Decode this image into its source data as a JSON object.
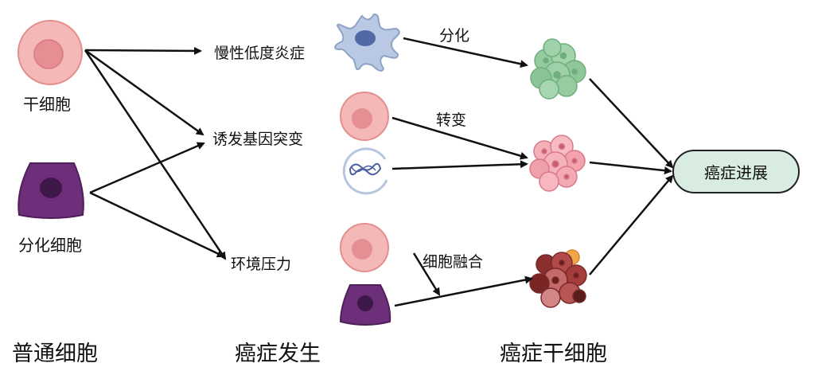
{
  "cells": {
    "stem_cell": "干细胞",
    "differentiated_cell": "分化细胞"
  },
  "causes": {
    "chronic_inflammation": "慢性低度炎症",
    "gene_mutation": "诱发基因突变",
    "environmental_stress": "环境压力"
  },
  "routes": {
    "differentiation": "分化",
    "transformation": "转变",
    "cell_fusion": "细胞融合"
  },
  "outcome": "癌症进展",
  "columns": {
    "normal_cells": "普通细胞",
    "cancer_initiation": "癌症发生",
    "cancer_stem_cells": "癌症干细胞"
  },
  "colors": {
    "stem_cell_fill": "#f0a5a5",
    "differentiated_cell_fill": "#6d2f7a",
    "immune_cell_fill": "#aebfdc",
    "green_tumor": "#8fc79b",
    "pink_tumor": "#f2a3ad",
    "red_tumor": "#b24a4a",
    "outcome_fill": "#d9ece1"
  }
}
